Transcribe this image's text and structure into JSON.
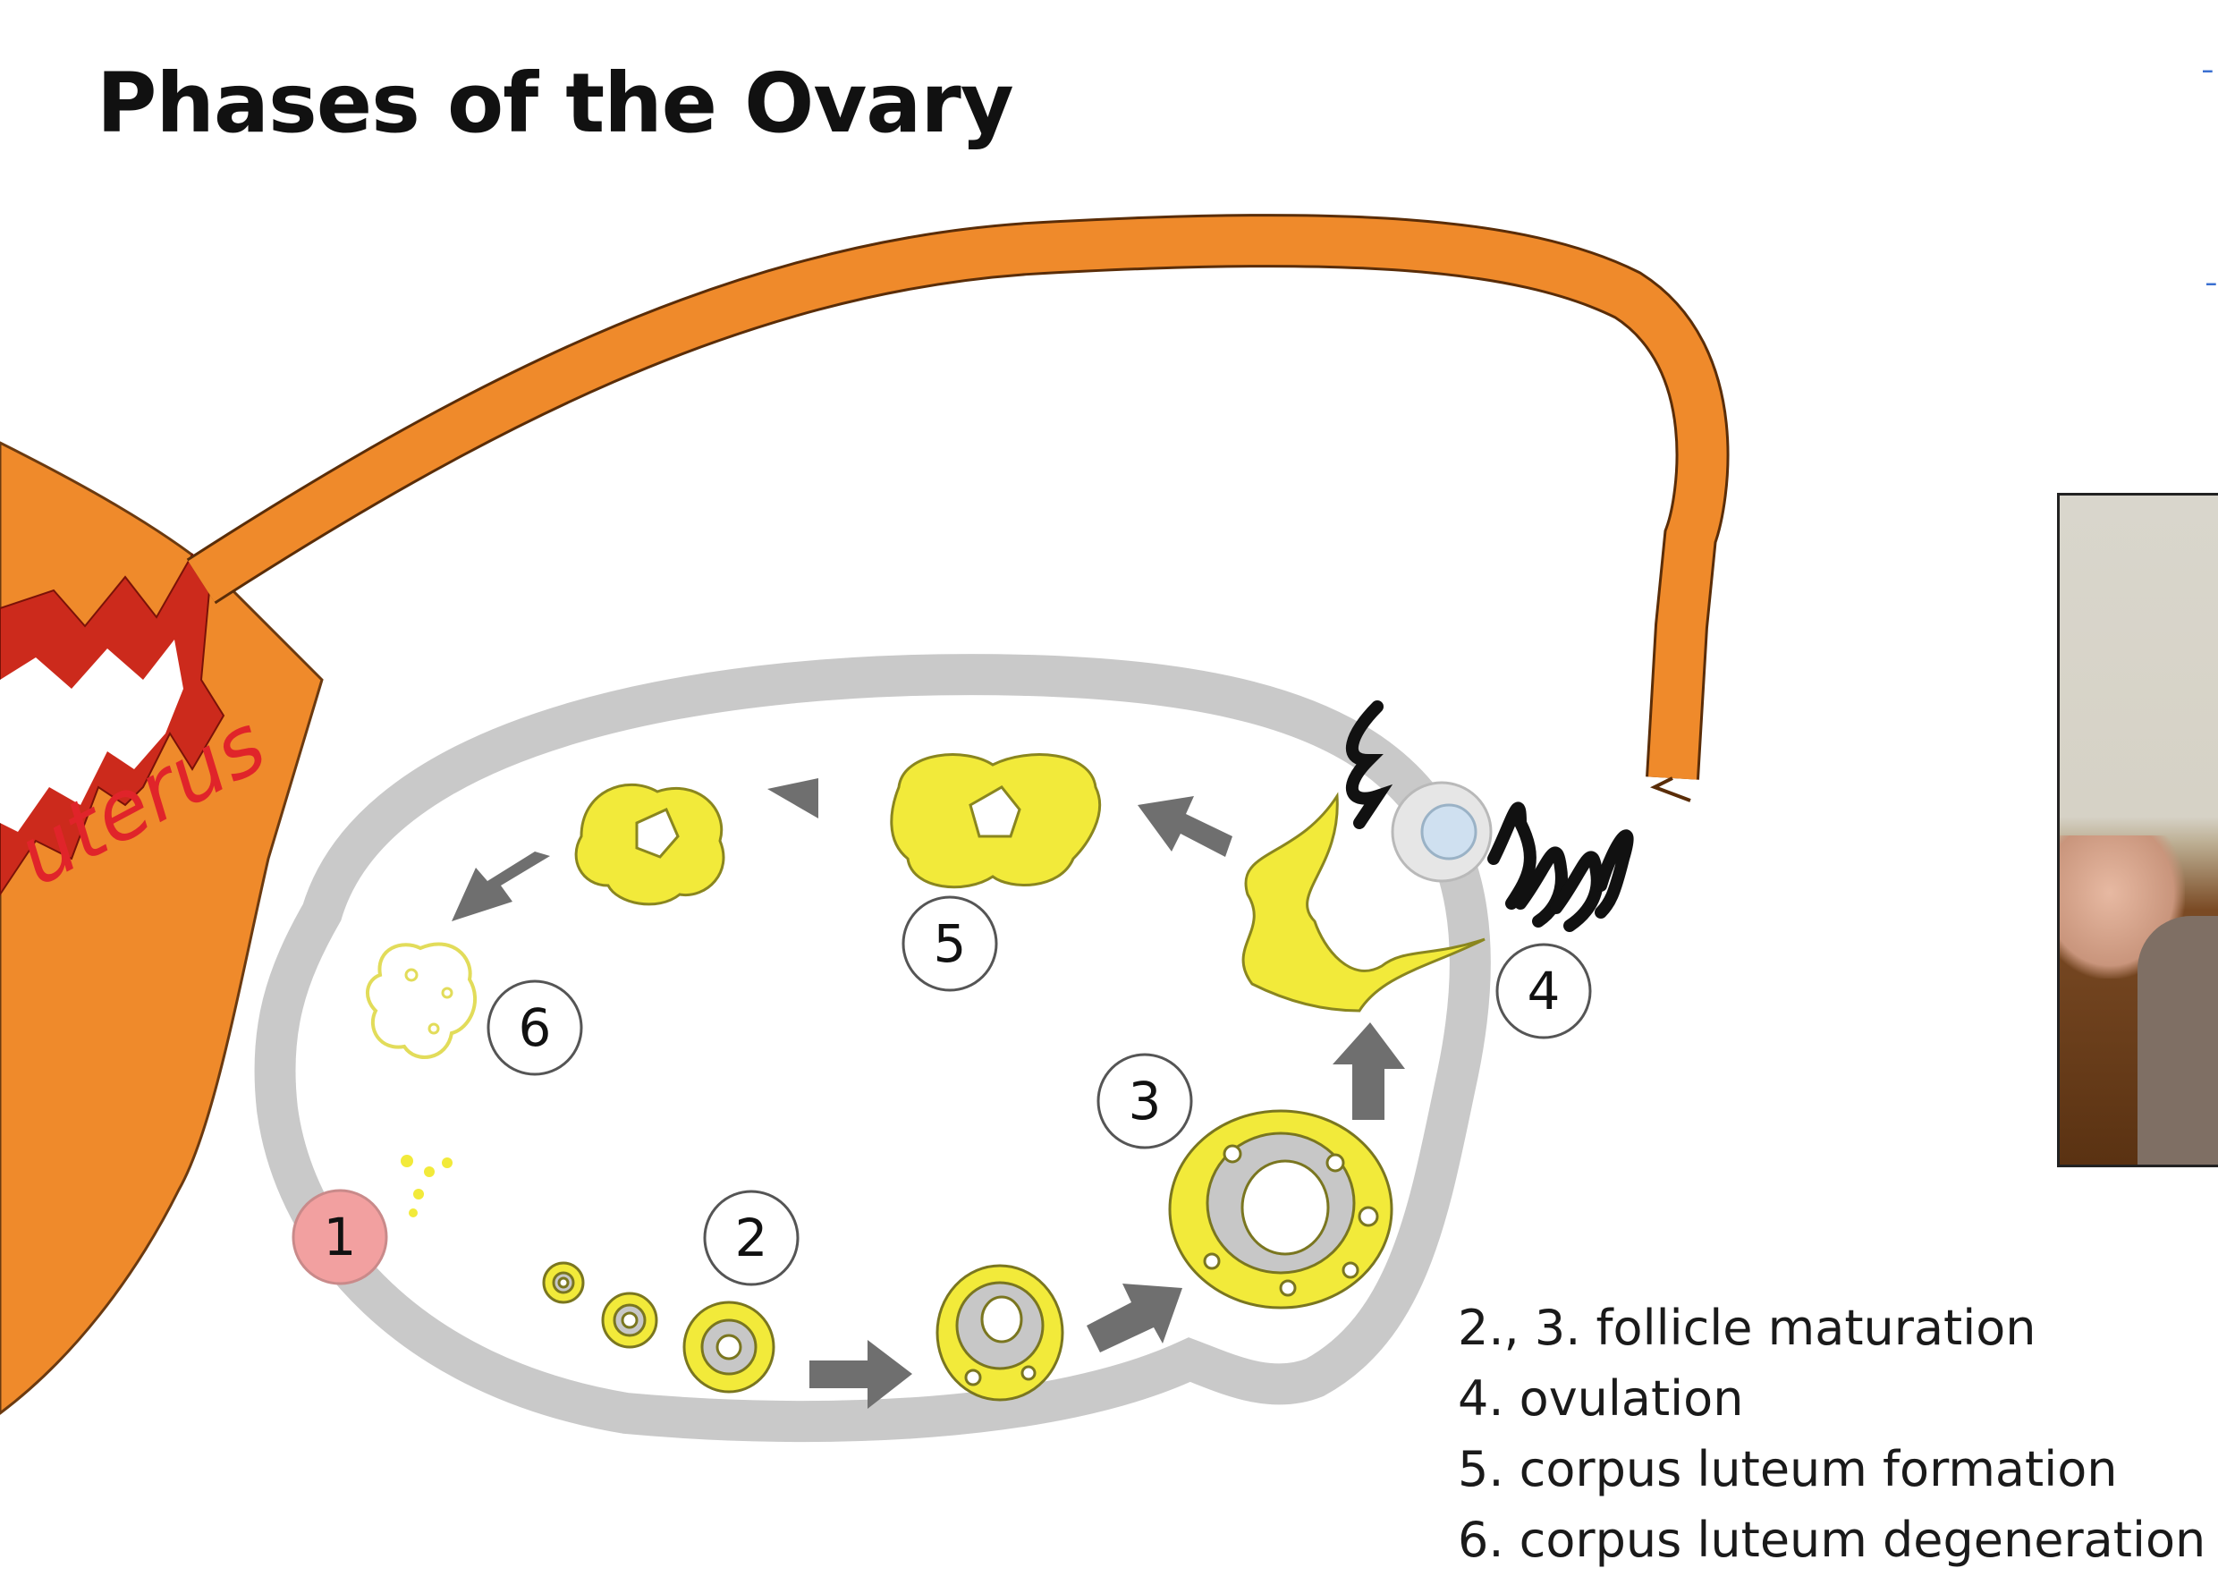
{
  "slide": {
    "title": "Phases of the Ovary",
    "handwritten_label": "uterus",
    "legend": [
      "2., 3. follicle maturation",
      "4. ovulation",
      "5. corpus luteum formation",
      "6. corpus luteum degeneration"
    ],
    "stage_numbers": [
      "1",
      "2",
      "3",
      "4",
      "5",
      "6"
    ],
    "colors": {
      "uterus_orange": "#ef8a2b",
      "endometrium_red": "#cc2a1c",
      "ovary_gray": "#c9c9c9",
      "follicle_yellow": "#f2ea3a",
      "arrow_gray": "#6f6f6f",
      "stage1_pink": "#f2a0a0",
      "handwriting_red": "#e0242a"
    }
  }
}
